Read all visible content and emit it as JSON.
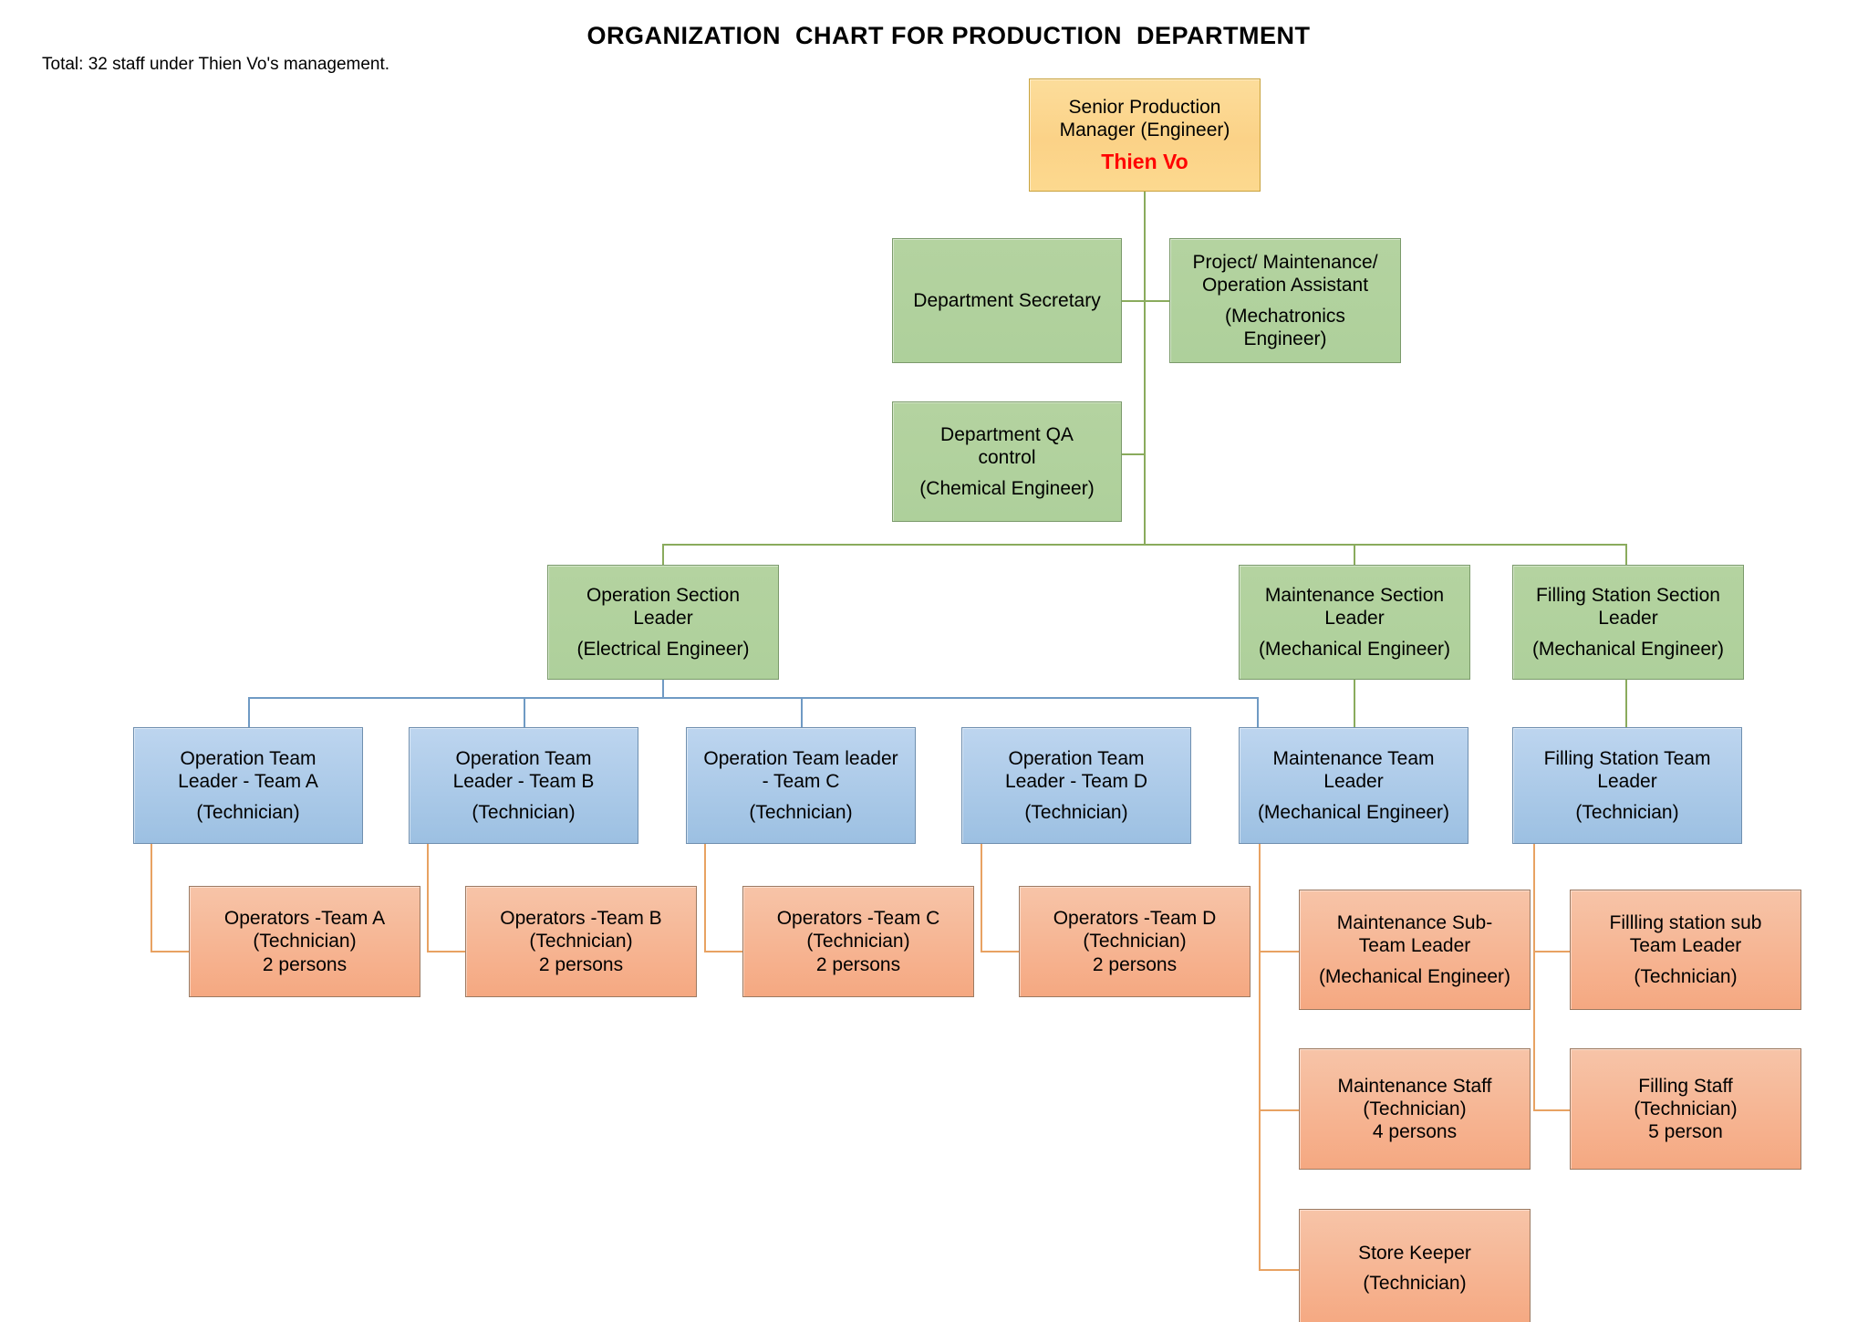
{
  "header": {
    "title": "ORGANIZATION  CHART FOR PRODUCTION  DEPARTMENT",
    "total_note": "Total: 32 staff under Thien Vo's management."
  },
  "colors": {
    "root_fill": "#fbd287",
    "root_border": "#c8a23c",
    "root_name": "#ff0000",
    "green_fill": "#aed09b",
    "green_border": "#7b9a6b",
    "blue_fill": "#9cc0e2",
    "blue_border": "#6f8faf",
    "orange_fill": "#f5a881",
    "orange_border": "#9c7a62",
    "connector_green": "#8aab5d",
    "connector_blue": "#6f9ac4",
    "connector_orange": "#e8a262"
  },
  "nodes": {
    "root": {
      "line1": "Senior Production",
      "line2": "Manager (Engineer)",
      "name": "Thien Vo"
    },
    "secretary": {
      "line1": "Department Secretary"
    },
    "assistant": {
      "line1": "Project/ Maintenance/",
      "line2": "Operation Assistant",
      "line3": "(Mechatronics",
      "line4": "Engineer)"
    },
    "qa": {
      "line1": "Department QA",
      "line2": "control",
      "line3": "(Chemical Engineer)"
    },
    "operation_section": {
      "line1": "Operation Section",
      "line2": "Leader",
      "line3": "(Electrical Engineer)"
    },
    "maintenance_section": {
      "line1": "Maintenance Section",
      "line2": "Leader",
      "line3": "(Mechanical Engineer)"
    },
    "filling_section": {
      "line1": "Filling Station Section",
      "line2": "Leader",
      "line3": "(Mechanical Engineer)"
    },
    "team_a_leader": {
      "line1": "Operation Team",
      "line2": "Leader - Team A",
      "line3": "(Technician)"
    },
    "team_b_leader": {
      "line1": "Operation Team",
      "line2": "Leader - Team B",
      "line3": "(Technician)"
    },
    "team_c_leader": {
      "line1": "Operation Team leader",
      "line2": "- Team C",
      "line3": "(Technician)"
    },
    "team_d_leader": {
      "line1": "Operation Team",
      "line2": "Leader - Team D",
      "line3": "(Technician)"
    },
    "maintenance_team_leader": {
      "line1": "Maintenance Team",
      "line2": "Leader",
      "line3": "(Mechanical Engineer)"
    },
    "filling_team_leader": {
      "line1": "Filling Station Team",
      "line2": "Leader",
      "line3": "(Technician)"
    },
    "operators_a": {
      "line1": "Operators -Team A",
      "line2": "(Technician)",
      "line3": "2 persons"
    },
    "operators_b": {
      "line1": "Operators -Team B",
      "line2": "(Technician)",
      "line3": "2 persons"
    },
    "operators_c": {
      "line1": "Operators -Team C",
      "line2": "(Technician)",
      "line3": "2 persons"
    },
    "operators_d": {
      "line1": "Operators -Team D",
      "line2": "(Technician)",
      "line3": "2 persons"
    },
    "maintenance_sub_leader": {
      "line1": "Maintenance Sub-",
      "line2": "Team Leader",
      "line3": "(Mechanical Engineer)"
    },
    "filling_sub_leader": {
      "line1": "Fillling station sub",
      "line2": "Team Leader",
      "line3": "(Technician)"
    },
    "maintenance_staff": {
      "line1": "Maintenance Staff",
      "line2": "(Technician)",
      "line3": "4 persons"
    },
    "filling_staff": {
      "line1": "Filling Staff",
      "line2": "(Technician)",
      "line3": "5 person"
    },
    "store_keeper": {
      "line1": "Store Keeper",
      "line2": "(Technician)"
    }
  }
}
